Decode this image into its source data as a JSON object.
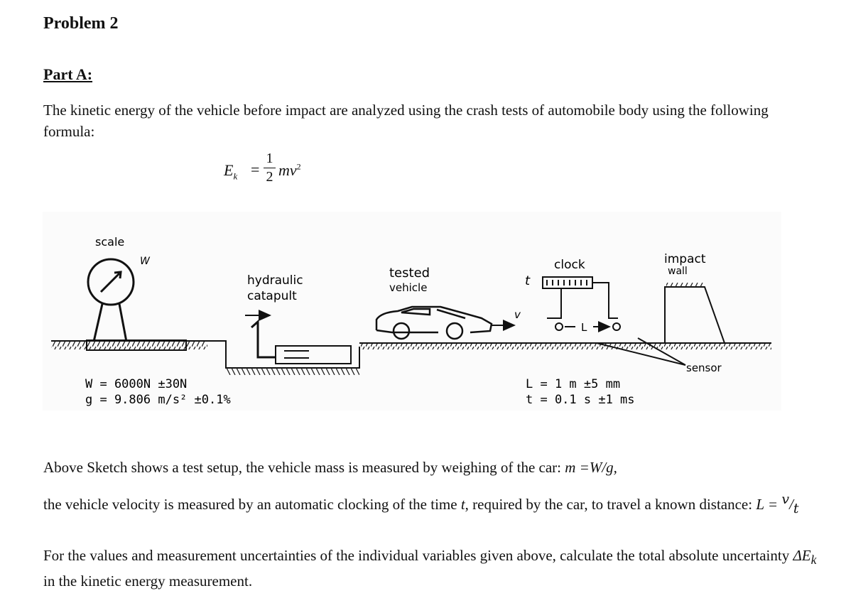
{
  "heading": "Problem 2",
  "part": "Part A:",
  "intro": "The kinetic energy of the vehicle before impact are analyzed using the crash tests of automobile body using the following formula:",
  "formula": {
    "lhs": "E",
    "lhs_sub": "k",
    "eq": "=",
    "num": "1",
    "den": "2",
    "rhs": "mv",
    "rhs_sup": "2"
  },
  "sketch": {
    "scale": "scale",
    "w_label": "W",
    "catapult": [
      "hydraulic",
      "catapult"
    ],
    "vehicle": [
      "tested",
      "vehicle"
    ],
    "v_label": "v",
    "t_label": "t",
    "clock": "clock",
    "wall": [
      "impact",
      "wall"
    ],
    "L_arrow": "L",
    "sensor": "sensor",
    "given_left": [
      "W = 6000N ±30N",
      "g = 9.806 m/s² ±0.1%"
    ],
    "given_right": [
      "L = 1 m ±5 mm",
      "t = 0.1 s ±1 ms"
    ]
  },
  "para2": {
    "text": "Above Sketch shows a test setup, the vehicle mass is measured by weighing of the car: ",
    "formula": "m =W/g,"
  },
  "para3": {
    "text": "the vehicle velocity is measured by an automatic clocking of the time ",
    "t": "t",
    "text2": ", required by the car, to travel a known distance: ",
    "L": "L =",
    "v": "v",
    "slash": "/",
    "tt": "t"
  },
  "para4": {
    "text": "For the values and measurement uncertainties of the individual variables given above, calculate the total absolute uncertainty ",
    "dE": "ΔE",
    "dE_sub": "k",
    "text2": " in the kinetic energy measurement."
  }
}
